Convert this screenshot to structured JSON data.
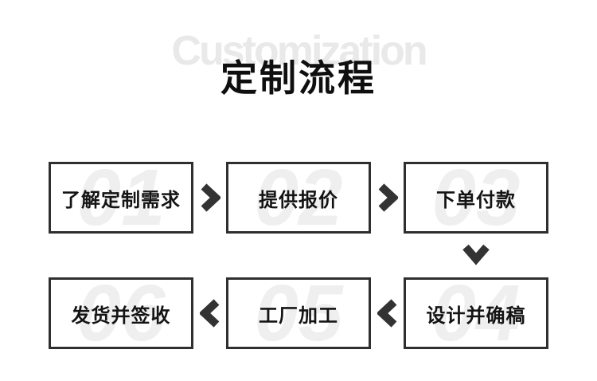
{
  "header": {
    "watermark": "Customization",
    "title": "定制流程"
  },
  "flow": {
    "steps": [
      {
        "number": "01",
        "label": "了解定制需求"
      },
      {
        "number": "02",
        "label": "提供报价"
      },
      {
        "number": "03",
        "label": "下单付款"
      },
      {
        "number": "04",
        "label": "设计并确稿"
      },
      {
        "number": "05",
        "label": "工厂加工"
      },
      {
        "number": "06",
        "label": "发货并签收"
      }
    ],
    "top_row_step_numbers": [
      "01",
      "02",
      "03"
    ],
    "bottom_row_step_numbers": [
      "06",
      "05",
      "04"
    ]
  },
  "icons": {
    "arrow_right": "chevron-right",
    "arrow_left": "chevron-left",
    "arrow_down": "chevron-down"
  },
  "colors": {
    "background": "#ffffff",
    "box_border": "#2f2f2f",
    "step_label_text": "#141414",
    "step_number_watermark": "#efefef",
    "title_text": "#0f0f0f",
    "header_watermark": "#e9e9e9",
    "arrow": "#333333"
  }
}
